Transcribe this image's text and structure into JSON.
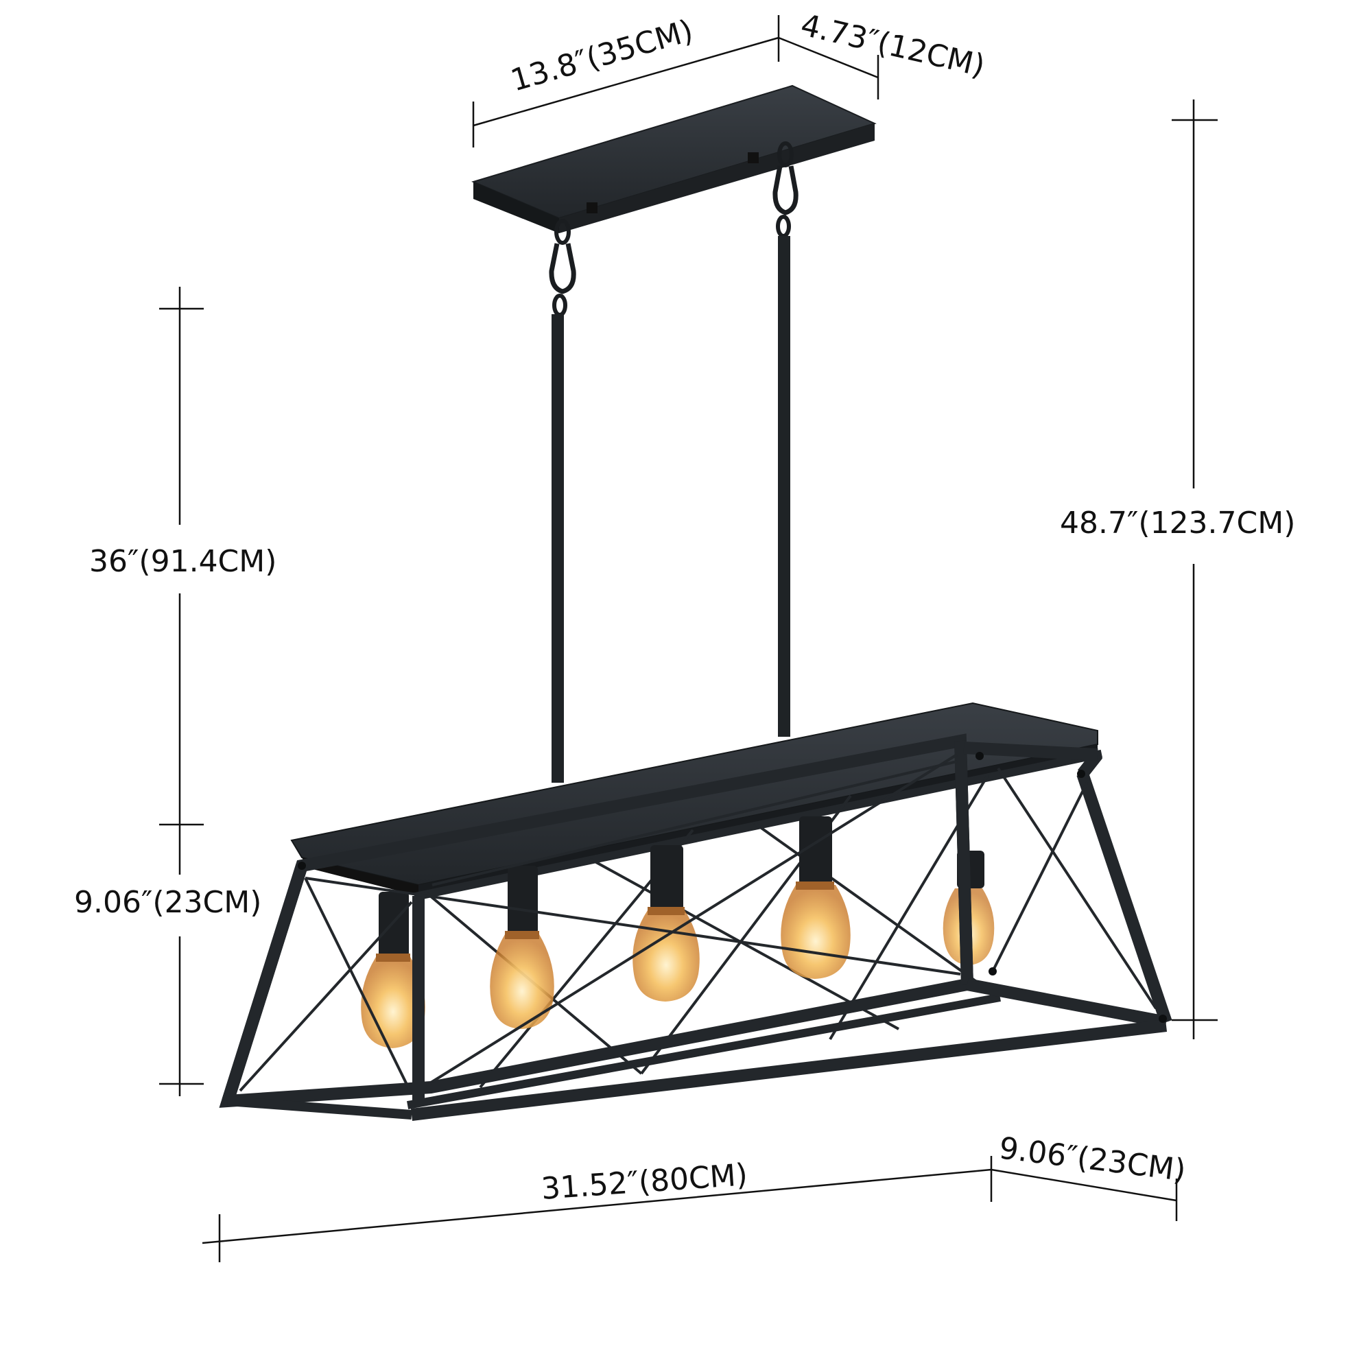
{
  "dimensions": {
    "canopy_length": "13.8″(35CM)",
    "canopy_width": "4.73″(12CM)",
    "total_height": "48.7″(123.7CM)",
    "rod_length": "36″(91.4CM)",
    "fixture_height": "9.06″(23CM)",
    "fixture_length": "31.52″(80CM)",
    "fixture_width": "9.06″(23CM)"
  },
  "colors": {
    "metal": "#23272b",
    "metal_dark": "#141719",
    "bulb_glow": "#f4b24a",
    "bulb_core": "#fde3a4",
    "line": "#111111"
  },
  "bulb_count": 5
}
